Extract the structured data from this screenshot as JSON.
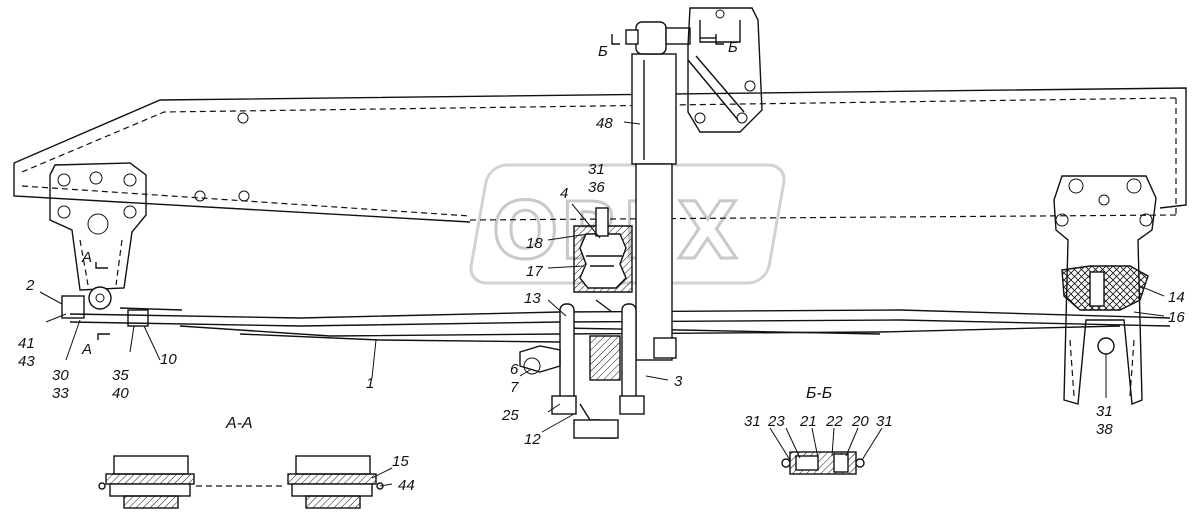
{
  "watermark": "OREX",
  "section_titles": {
    "aa": "А-А",
    "bb": "Б-Б",
    "cut_a_top": "А",
    "cut_a_bottom": "А",
    "cut_b_left": "Б",
    "cut_b_right": "Б"
  },
  "callouts": {
    "c48": "48",
    "c31a": "31",
    "c36": "36",
    "c4": "4",
    "c18": "18",
    "c17": "17",
    "c13": "13",
    "c6": "6",
    "c7": "7",
    "c3": "3",
    "c25": "25",
    "c12": "12",
    "c2": "2",
    "c41": "41",
    "c43": "43",
    "c30": "30",
    "c33": "33",
    "c35": "35",
    "c40": "40",
    "c10": "10",
    "c1": "1",
    "c14": "14",
    "c16": "16",
    "c31b": "31",
    "c38": "38",
    "c15": "15",
    "c44": "44",
    "c31c": "31",
    "c23": "23",
    "c21": "21",
    "c22": "22",
    "c20": "20",
    "c31d": "31"
  }
}
